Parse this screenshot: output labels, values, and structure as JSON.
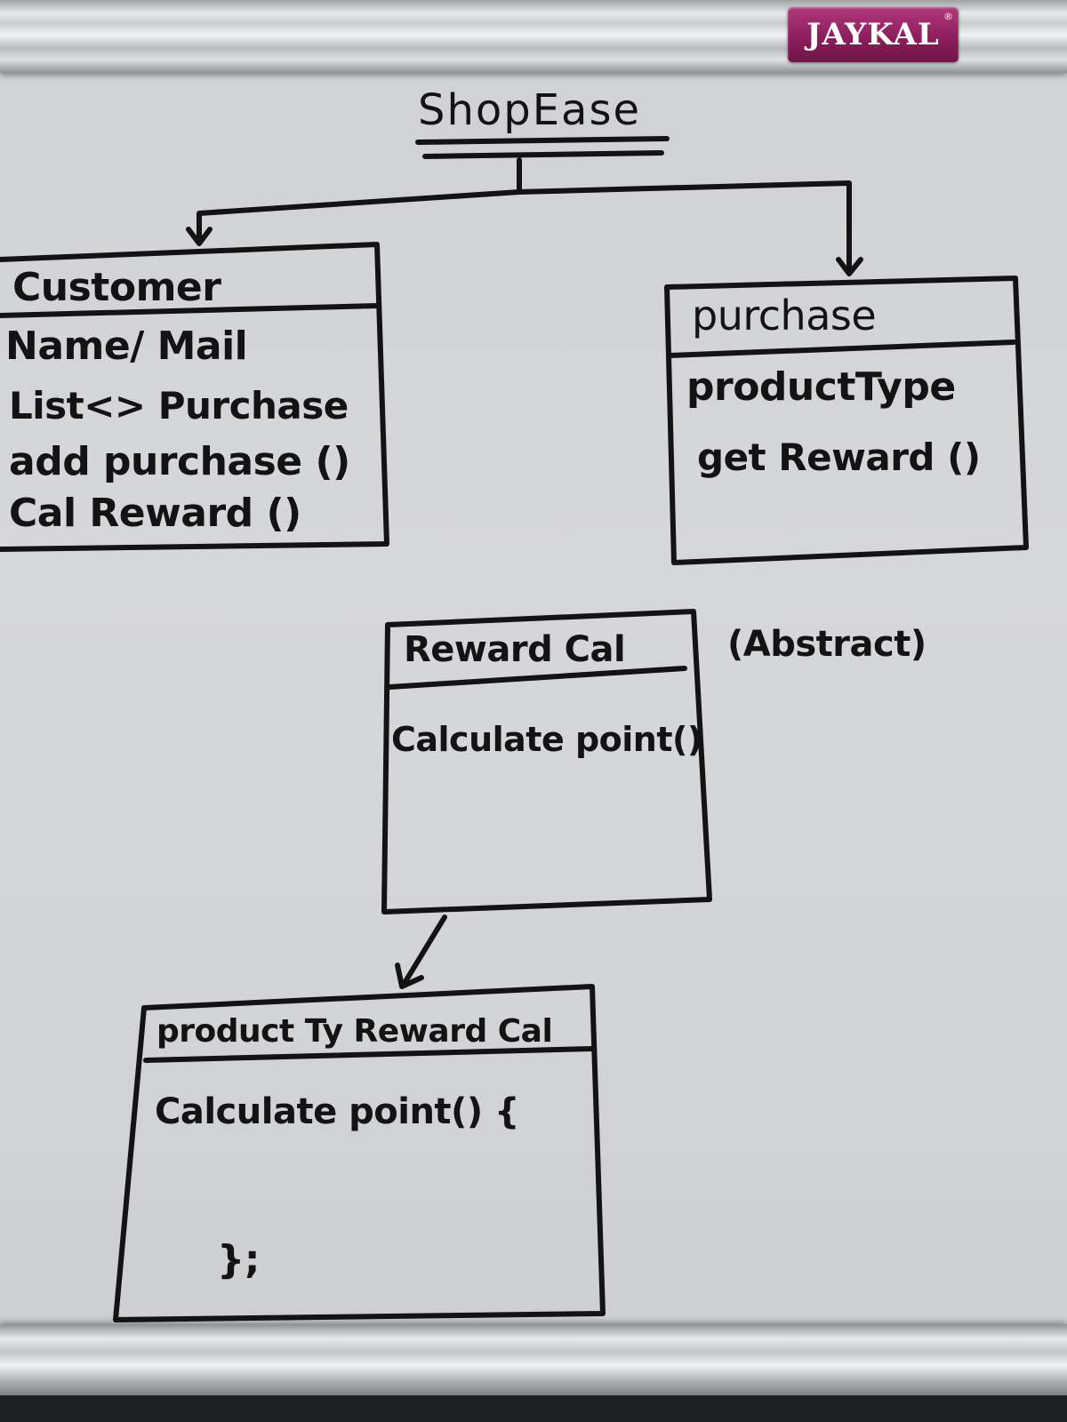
{
  "board": {
    "brand": "JAYKAL",
    "brand_mark": "®"
  },
  "diagram": {
    "title": "ShopEase",
    "annotation": "(Abstract)",
    "classes": {
      "customer": {
        "name": "Customer",
        "members": [
          "Name/ Mail",
          "List<> Purchase",
          "add purchase ()",
          "Cal Reward ()"
        ]
      },
      "purchase": {
        "name": "purchase",
        "members": [
          "productType",
          "get Reward ()"
        ]
      },
      "reward_cal": {
        "name": "Reward Cal",
        "members": [
          "Calculate point()"
        ]
      },
      "product_ty_reward_cal": {
        "name": "product Ty Reward Cal",
        "members": [
          "Calculate point() {",
          "};"
        ]
      }
    }
  },
  "colors": {
    "ink": "#141212",
    "board": "#d3d5d8",
    "brand": "#8d1f5d"
  }
}
